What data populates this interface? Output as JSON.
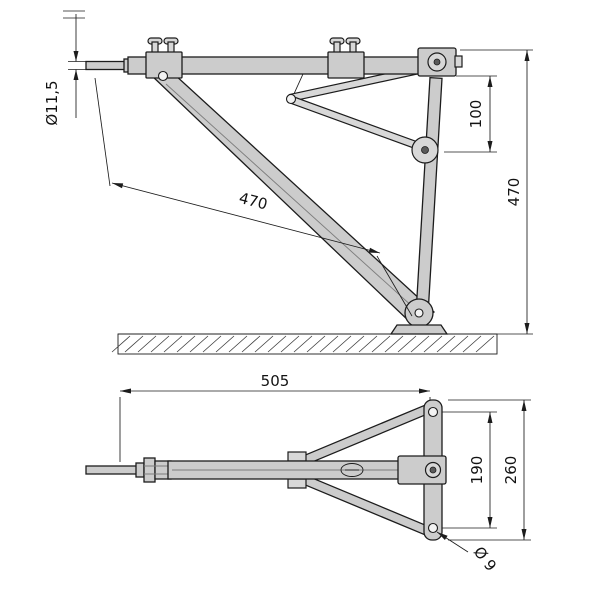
{
  "drawing": {
    "type": "technical-drawing",
    "views": {
      "side": {
        "dims": {
          "rod_diameter": "Ø11,5",
          "spindle_offset": "100",
          "overall_height": "470",
          "leg_length": "470"
        }
      },
      "plan": {
        "dims": {
          "overall_length": "505",
          "hole_spacing": "190",
          "overall_width": "260",
          "hole_diameter": "Ø 9"
        }
      }
    },
    "colors": {
      "body_fill": "#cccccc",
      "line": "#1c1c1c",
      "background": "#ffffff"
    }
  }
}
